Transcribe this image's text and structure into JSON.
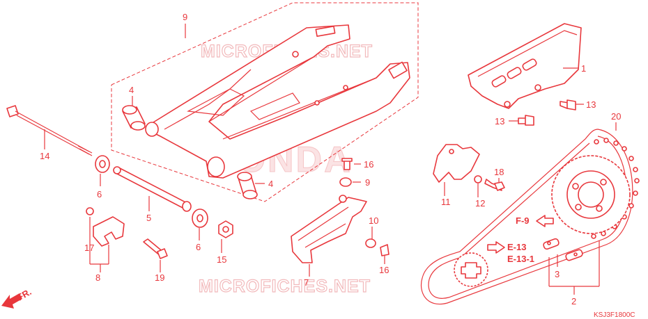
{
  "callouts": [
    {
      "id": "c1",
      "text": "1"
    },
    {
      "id": "c2",
      "text": "2"
    },
    {
      "id": "c3",
      "text": "3"
    },
    {
      "id": "c4a",
      "text": "4"
    },
    {
      "id": "c4b",
      "text": "4"
    },
    {
      "id": "c5",
      "text": "5"
    },
    {
      "id": "c6a",
      "text": "6"
    },
    {
      "id": "c6b",
      "text": "6"
    },
    {
      "id": "c7",
      "text": "7"
    },
    {
      "id": "c8",
      "text": "8"
    },
    {
      "id": "c9a",
      "text": "9"
    },
    {
      "id": "c9b",
      "text": "9"
    },
    {
      "id": "c10",
      "text": "10"
    },
    {
      "id": "c11",
      "text": "11"
    },
    {
      "id": "c12",
      "text": "12"
    },
    {
      "id": "c13a",
      "text": "13"
    },
    {
      "id": "c13b",
      "text": "13"
    },
    {
      "id": "c14",
      "text": "14"
    },
    {
      "id": "c15",
      "text": "15"
    },
    {
      "id": "c16a",
      "text": "16"
    },
    {
      "id": "c16b",
      "text": "16"
    },
    {
      "id": "c17",
      "text": "17"
    },
    {
      "id": "c18",
      "text": "18"
    },
    {
      "id": "c19",
      "text": "19"
    },
    {
      "id": "c20",
      "text": "20"
    }
  ],
  "references": {
    "f9": "F-9",
    "e13": "E-13",
    "e131": "E-13-1"
  },
  "direction_label": "FR.",
  "diagram_code": "KSJ3F1800C",
  "watermarks": {
    "site_top": "MICROFICHES.NET",
    "site_bottom": "MICROFICHES.NET",
    "brand": "HONDA"
  },
  "colors": {
    "line": "#e8373c",
    "watermark": "#f2b9bb"
  }
}
